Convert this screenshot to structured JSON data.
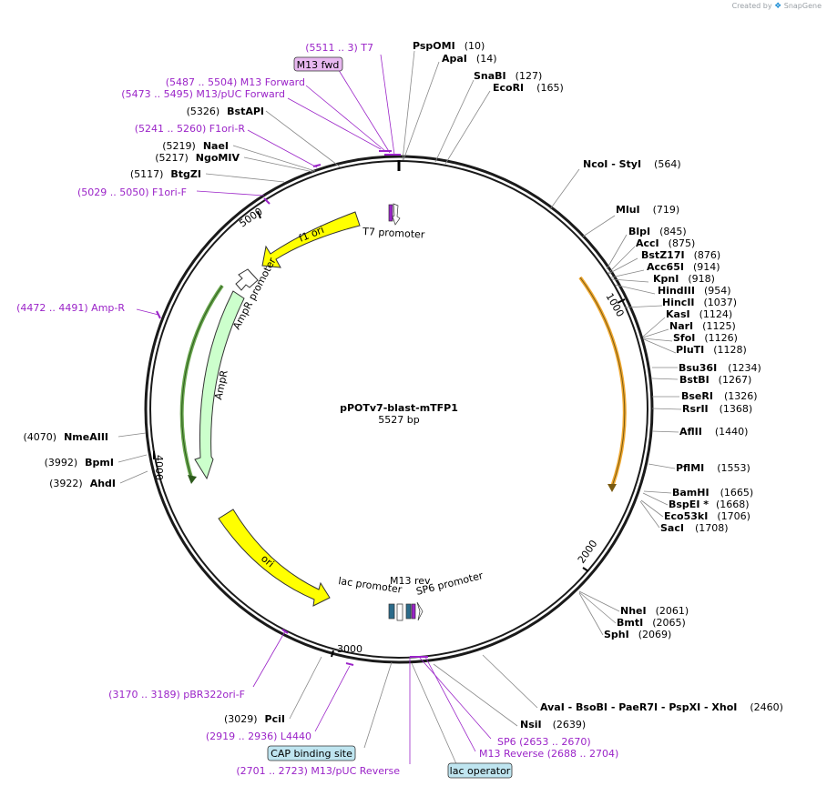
{
  "credit": {
    "prefix": "Created by",
    "brand": "SnapGene"
  },
  "plasmid": {
    "name": "pPOTv7-blast-mTFP1",
    "length": "5527 bp"
  },
  "ticks": [
    "1000",
    "2000",
    "3000",
    "4000",
    "5000"
  ],
  "features": [
    {
      "name": "T7 promoter"
    },
    {
      "name": "f1 ori"
    },
    {
      "name": "AmpR promoter"
    },
    {
      "name": "AmpR"
    },
    {
      "name": "ori"
    },
    {
      "name": "lac promoter"
    },
    {
      "name": "M13 rev"
    },
    {
      "name": "SP6 promoter"
    }
  ],
  "sites_right": [
    {
      "name": "PspOMI",
      "pos": "(10)"
    },
    {
      "name": "ApaI",
      "pos": "(14)"
    },
    {
      "name": "SnaBI",
      "pos": "(127)"
    },
    {
      "name": "EcoRI",
      "pos": "(165)"
    },
    {
      "name": "NcoI   - StyI",
      "pos": "(564)"
    },
    {
      "name": "MluI",
      "pos": "(719)"
    },
    {
      "name": "BlpI",
      "pos": "(845)"
    },
    {
      "name": "AccI",
      "pos": "(875)"
    },
    {
      "name": "BstZ17I",
      "pos": "(876)"
    },
    {
      "name": "Acc65I",
      "pos": "(914)"
    },
    {
      "name": "KpnI",
      "pos": "(918)"
    },
    {
      "name": "HindIII",
      "pos": "(954)"
    },
    {
      "name": "HincII",
      "pos": "(1037)"
    },
    {
      "name": "KasI",
      "pos": "(1124)"
    },
    {
      "name": "NarI",
      "pos": "(1125)"
    },
    {
      "name": "SfoI",
      "pos": "(1126)"
    },
    {
      "name": "PluTI",
      "pos": "(1128)"
    },
    {
      "name": "Bsu36I",
      "pos": "(1234)"
    },
    {
      "name": "BstBI",
      "pos": "(1267)"
    },
    {
      "name": "BseRI",
      "pos": "(1326)"
    },
    {
      "name": "RsrII",
      "pos": "(1368)"
    },
    {
      "name": "AflII",
      "pos": "(1440)"
    },
    {
      "name": "PflMI",
      "pos": "(1553)"
    },
    {
      "name": "BamHI",
      "pos": "(1665)"
    },
    {
      "name": "BspEI *",
      "pos": "(1668)"
    },
    {
      "name": "Eco53kI",
      "pos": "(1706)"
    },
    {
      "name": "SacI",
      "pos": "(1708)"
    },
    {
      "name": "NheI",
      "pos": "(2061)"
    },
    {
      "name": "BmtI",
      "pos": "(2065)"
    },
    {
      "name": "SphI",
      "pos": "(2069)"
    },
    {
      "name": "AvaI   - BsoBI   - PaeR7I   - PspXI   - XhoI",
      "pos": "(2460)"
    },
    {
      "name": "NsiI",
      "pos": "(2639)"
    }
  ],
  "sites_left": [
    {
      "pos": "(5326)",
      "name": "BstAPI"
    },
    {
      "pos": "(5219)",
      "name": "NaeI"
    },
    {
      "pos": "(5217)",
      "name": "NgoMIV"
    },
    {
      "pos": "(5117)",
      "name": "BtgZI"
    },
    {
      "pos": "(4070)",
      "name": "NmeAIII"
    },
    {
      "pos": "(3992)",
      "name": "BpmI"
    },
    {
      "pos": "(3922)",
      "name": "AhdI"
    },
    {
      "pos": "(3029)",
      "name": "PciI"
    }
  ],
  "primers": [
    {
      "text": "(5511 .. 3)  T7"
    },
    {
      "text": "M13 fwd"
    },
    {
      "text": "(5487 .. 5504)  M13 Forward"
    },
    {
      "text": "(5473 .. 5495)  M13/pUC Forward"
    },
    {
      "text": "(5241 .. 5260)  F1ori-R"
    },
    {
      "text": "(5029 .. 5050)  F1ori-F"
    },
    {
      "text": "(4472 .. 4491)  Amp-R"
    },
    {
      "text": "(3170 .. 3189)  pBR322ori-F"
    },
    {
      "text": "(2919 .. 2936)  L4440"
    },
    {
      "text": "(2701 .. 2723)  M13/pUC Reverse"
    },
    {
      "text": "SP6      (2653 .. 2670)"
    },
    {
      "text": "M13 Reverse    (2688 .. 2704)"
    }
  ],
  "boxed": [
    {
      "text": "CAP binding site"
    },
    {
      "text": "lac operator"
    }
  ],
  "colors": {
    "backbone": "#1a1a1a",
    "primer": "#9b24c8",
    "ori": "#ffff00",
    "ampr": "#ccffcc",
    "orf_orange": "#f0a830",
    "orf_green": "#6aa84f",
    "promoter": "#ffffff",
    "boxed_green": "#bfe5f0",
    "m13fwd_box": "#e8b8f0"
  }
}
